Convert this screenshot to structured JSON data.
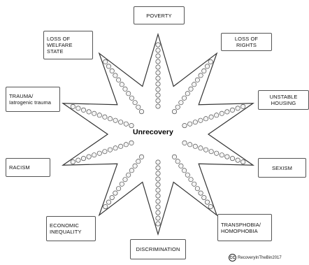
{
  "title": "Unrecovery",
  "labels": {
    "poverty": "POVERTY",
    "loss_of_rights": "LOSS OF RIGHTS",
    "unstable_housing": "UNSTABLE HOUSING",
    "sexism": "SEXISM",
    "transphobia": "TRANSPHOBIA/\nHOMOPHOBIA",
    "discrimination": "DISCRIMINATION",
    "economic_inequality": "ECONOMIC\nINEQUALITY",
    "racism": "RACISM",
    "trauma": "TRAUMA/\nIatrogenic trauma",
    "welfare": "LOSS OF\nWELFARE STATE"
  },
  "credit": {
    "cc_mark": "CC",
    "text": "RecoveryInTheBin2017"
  },
  "colors": {
    "outline": "#333333",
    "bead_fill": "#f4f4f4"
  }
}
